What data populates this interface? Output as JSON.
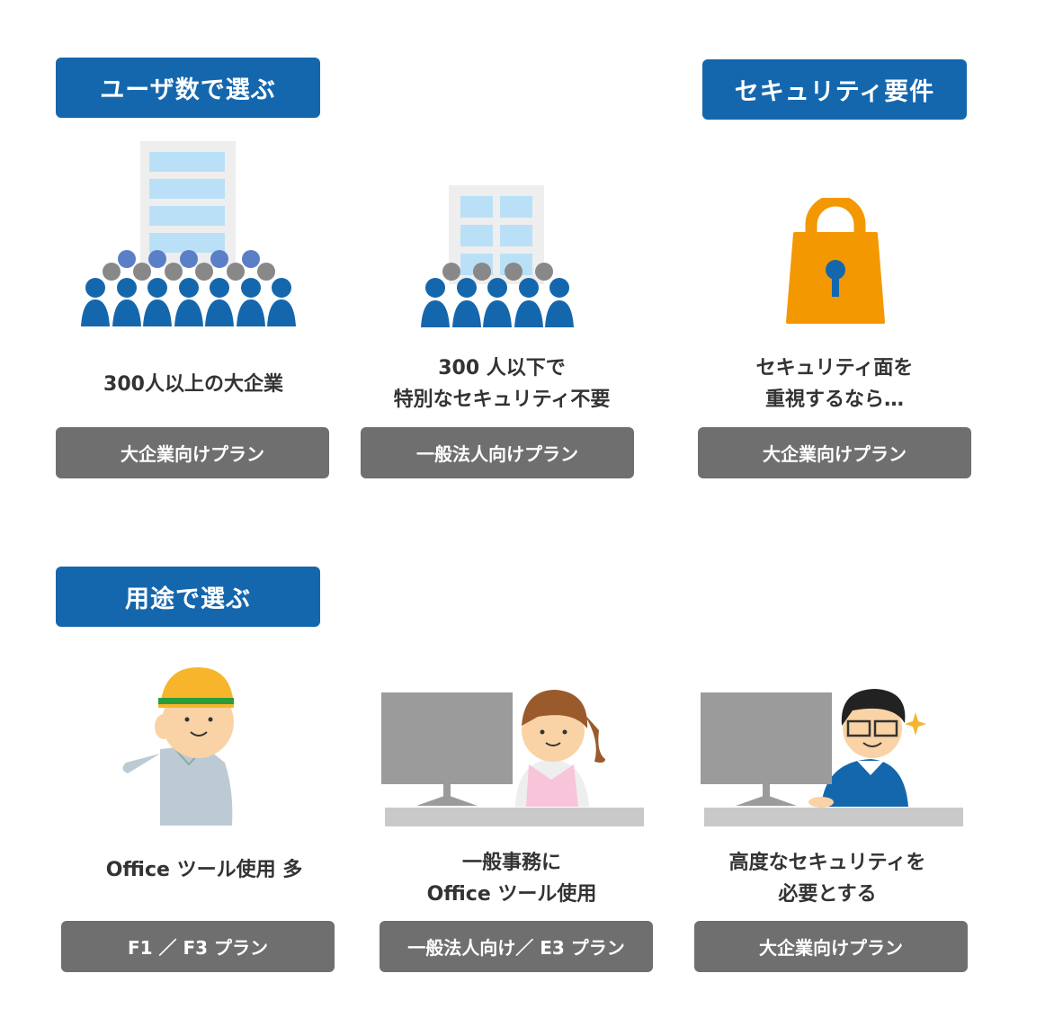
{
  "sections": {
    "users": {
      "title": "ユーザ数で選ぶ"
    },
    "security": {
      "title": "セキュリティ要件"
    },
    "usage": {
      "title": "用途で選ぶ"
    }
  },
  "cards_top": [
    {
      "caption": [
        "300人以上の大企業"
      ],
      "button": "大企業向けプラン",
      "icon": "large-office-crowd"
    },
    {
      "caption": [
        "300 人以下で",
        "特別なセキュリティ不要"
      ],
      "button": "一般法人向けプラン",
      "icon": "small-office-crowd"
    },
    {
      "caption": [
        "セキュリティ面を",
        "重視するなら…"
      ],
      "button": "大企業向けプラン",
      "icon": "padlock"
    }
  ],
  "cards_bottom": [
    {
      "caption": [
        "Office ツール使用 多"
      ],
      "button": "F1 ／ F3 プラン",
      "icon": "field-worker"
    },
    {
      "caption": [
        "一般事務に",
        "Office ツール使用"
      ],
      "button": "一般法人向け／ E3 プラン",
      "icon": "office-clerk"
    },
    {
      "caption": [
        "高度なセキュリティを",
        "必要とする"
      ],
      "button": "大企業向けプラン",
      "icon": "engineer"
    }
  ],
  "colors": {
    "header": "#1567ad",
    "button": "#6f6f6f",
    "lock": "#f39800"
  }
}
